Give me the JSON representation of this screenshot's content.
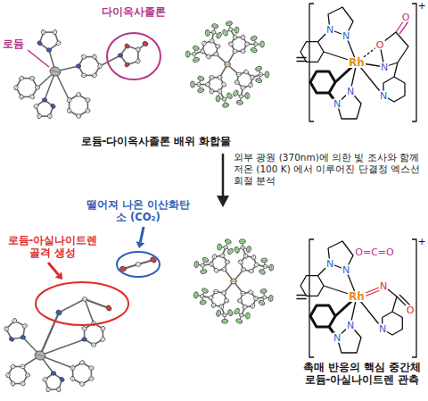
{
  "diagram": {
    "nodes": [
      {
        "text": [
          "다이옥사졸론"
        ]
      },
      {
        "text": [
          "로듐-아실나이트렌 골격 생성"
        ]
      },
      {
        "text": [
          "떨어져 나온 이산화탄소 (CO₂)"
        ]
      }
    ],
    "labels": [
      "로듐",
      "로듐-다이옥사졸론 배위 화합물",
      "=",
      "+",
      "N",
      "N",
      "Rh",
      "O",
      "O",
      "N",
      "N",
      "N",
      "N",
      "외부 광원 (370nm)에 의한 빛 조사와 함께 저온 (100 K) 에서 이루어진 단결정 엑스선 회절 분석",
      "=",
      "+",
      "O=C=O",
      "N",
      "N",
      "Rh",
      "N",
      "O",
      "N",
      "N",
      "N",
      "촉매 반응의 핵심 중간체 로듐-아실나이트렌 관측"
    ]
  }
}
